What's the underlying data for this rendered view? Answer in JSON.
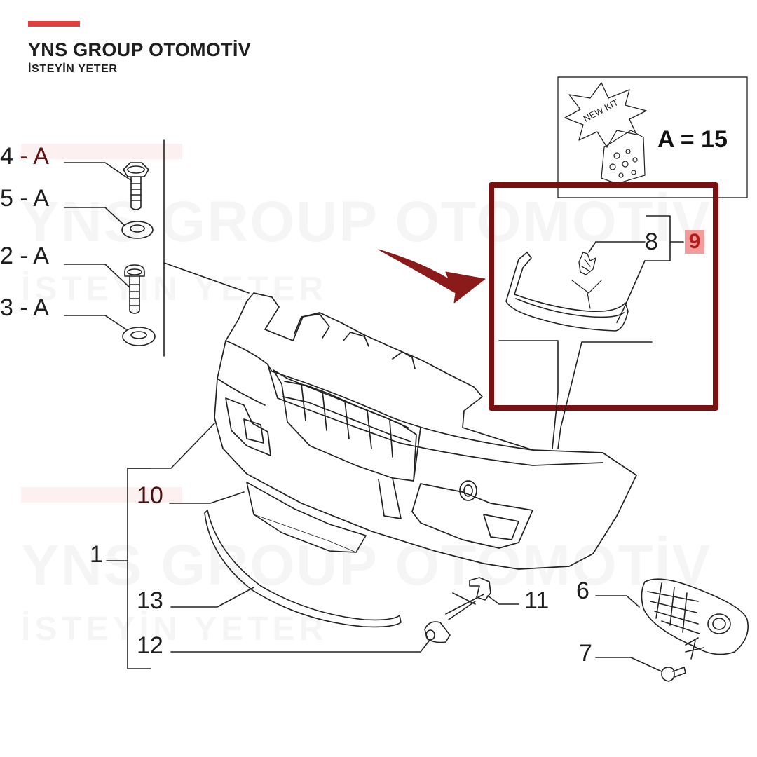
{
  "brand": {
    "title": "YNS GROUP OTOMOTİV",
    "subtitle": "İSTEYİN YETER",
    "accent_color": "#e0403f"
  },
  "watermark": {
    "title": "YNS GROUP OTOMOTİV",
    "subtitle": "İSTEYİN YETER"
  },
  "kit": {
    "badge": "NEW KIT",
    "equation": "A = 15"
  },
  "labels": {
    "p4": "4",
    "p5": "5",
    "p2": "2",
    "p3": "3",
    "a": "A",
    "dash": "-",
    "p8": "8",
    "p9": "9",
    "p10": "10",
    "p1": "1",
    "p13": "13",
    "p12": "12",
    "p11": "11",
    "p6": "6",
    "p7": "7"
  },
  "colors": {
    "highlight_frame": "#7a1010",
    "arrow": "#8b1a1a",
    "line": "#222222"
  }
}
